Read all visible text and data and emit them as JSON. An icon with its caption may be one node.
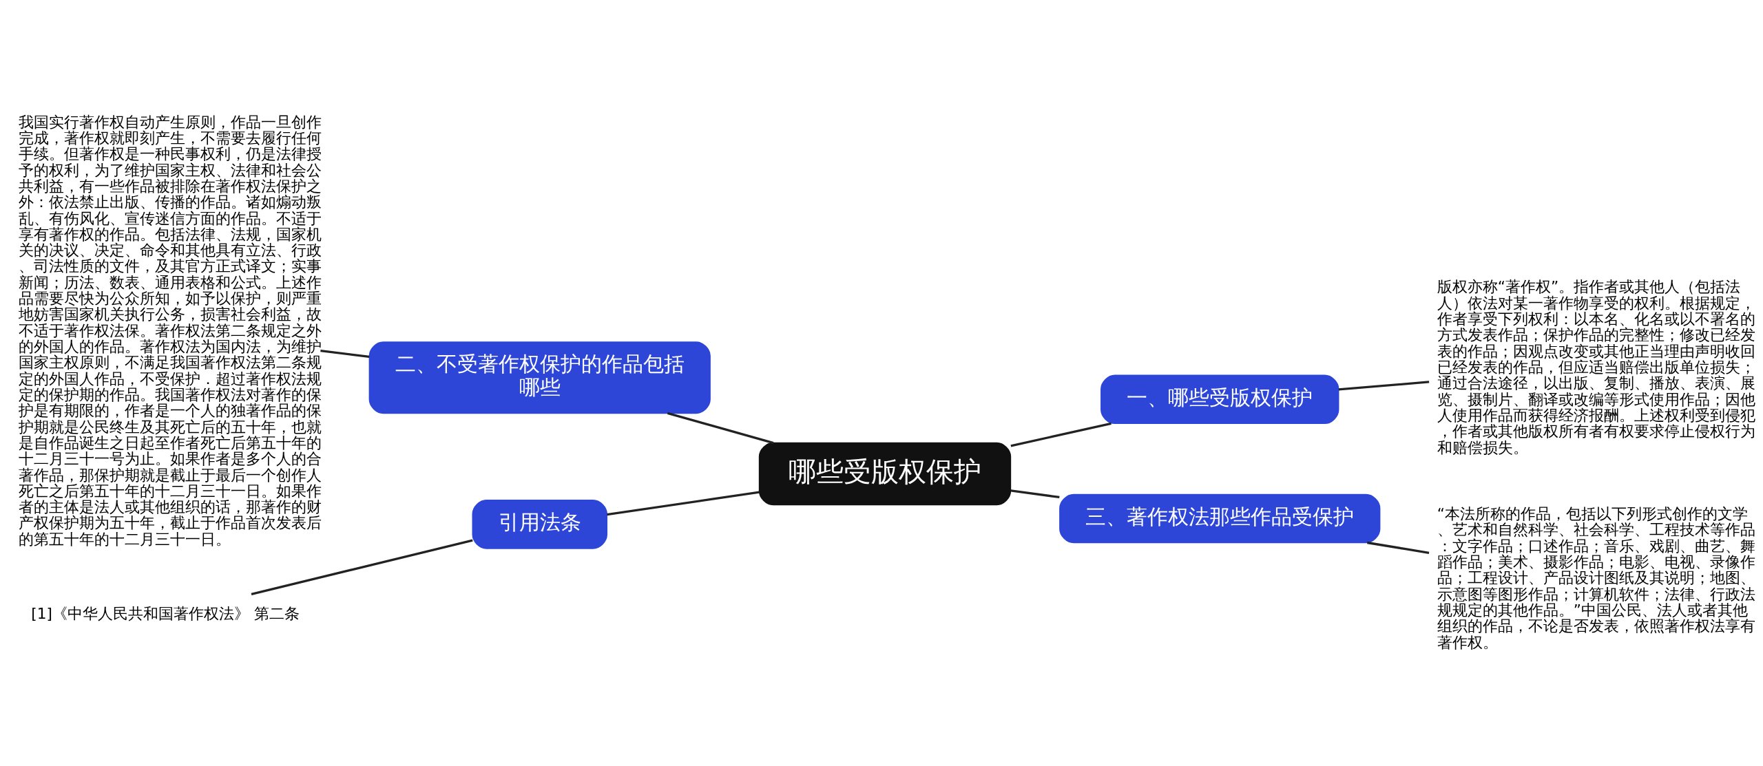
{
  "diagram": {
    "nodes": [
      {
        "text": [
          "哪些受版权保护"
        ]
      },
      {
        "text": [
          "一、哪些受版权保护"
        ]
      },
      {
        "text": [
          "版权亦称“著作权”。指作者或其他人（包括法人）依法对某一著作物享受的权利。根据规定，作者享受下列权利：以本名、化名或以不署名的方式发表作品；保护作品的完整性；修改已经发表的作品；因观点改变或其他正当理由声明收回已经发表的作品，但应适当赔偿出版单位损失；通过合法途径，以出版、复制、播放、表演、展览、摄制片、翻译或改编等形式使用作品；因他人使用作品而获得经济报酬。上述权利受到侵犯，作者或其他版权所有者有权要求停止侵权行为和赔偿损失。"
        ]
      },
      {
        "text": [
          "二、不受著作权保护的作品包括哪些"
        ]
      },
      {
        "text": [
          "我国实行著作权自动产生原则，作品一旦创作完成，著作权就即刻产生，不需要去履行任何手续。但著作权是一种民事权利，仍是法律授予的权利，为了维护国家主权、法律和社会公共利益，有一些作品被排除在著作权法保护之外：依法禁止出版、传播的作品。诸如煽动叛乱、有伤风化、宣传迷信方面的作品。不适于享有著作权的作品。包括法律、法规，国家机关的决议、决定、命令和其他具有立法、行政、司法性质的文件，及其官方正式译文；实事新闻；历法、数表、通用表格和公式。上述作品需要尽快为公众所知，如予以保护，则严重地妨害国家机关执行公务，损害社会利益，故不适于著作权法保。著作权法第二条规定之外的外国人的作品。著作权法为国内法，为维护国家主权原则，不满足我国著作权法第二条规定的外国人作品，不受保护．超过著作权法规定的保护期的作品。我国著作权法对著作的保护是有期限的，作者是一个人的独著作品的保护期就是公民终生及其死亡后的五十年，也就是自作品诞生之日起至作者死亡后第五十年的十二月三十一号为止。如果作者是多个人的合著作品，那保护期就是截止于最后一个创作人死亡之后第五十年的十二月三十一日。如果作者的主体是法人或其他组织的话，那著作的财产权保护期为五十年，截止于作品首次发表后的第五十年的十二月三十一日。"
        ]
      },
      {
        "text": [
          "三、著作权法那些作品受保护"
        ]
      },
      {
        "text": [
          "“本法所称的作品，包括以下列形式创作的文学、艺术和自然科学、社会科学、工程技术等作品：文字作品；口述作品；音乐、戏剧、曲艺、舞蹈作品；美术、摄影作品；电影、电视、录像作品；工程设计、产品设计图纸及其说明；地图、示意图等图形作品；计算机软件；法律、行政法规规定的其他作品。”中国公民、法人或者其他组织的作品，不论是否发表，依照著作权法享有著作权。"
        ]
      },
      {
        "text": [
          "引用法条"
        ]
      },
      {
        "text": [
          "[1]《中华人民共和国著作权法》 第二条"
        ]
      }
    ],
    "edges": [
      {
        "from": 0,
        "to": 1,
        "arrow": "none"
      },
      {
        "from": 1,
        "to": 2,
        "arrow": "none"
      },
      {
        "from": 0,
        "to": 3,
        "arrow": "none"
      },
      {
        "from": 3,
        "to": 4,
        "arrow": "none"
      },
      {
        "from": 0,
        "to": 5,
        "arrow": "none"
      },
      {
        "from": 5,
        "to": 6,
        "arrow": "none"
      },
      {
        "from": 0,
        "to": 7,
        "arrow": "none"
      },
      {
        "from": 7,
        "to": 8,
        "arrow": "none"
      }
    ]
  }
}
